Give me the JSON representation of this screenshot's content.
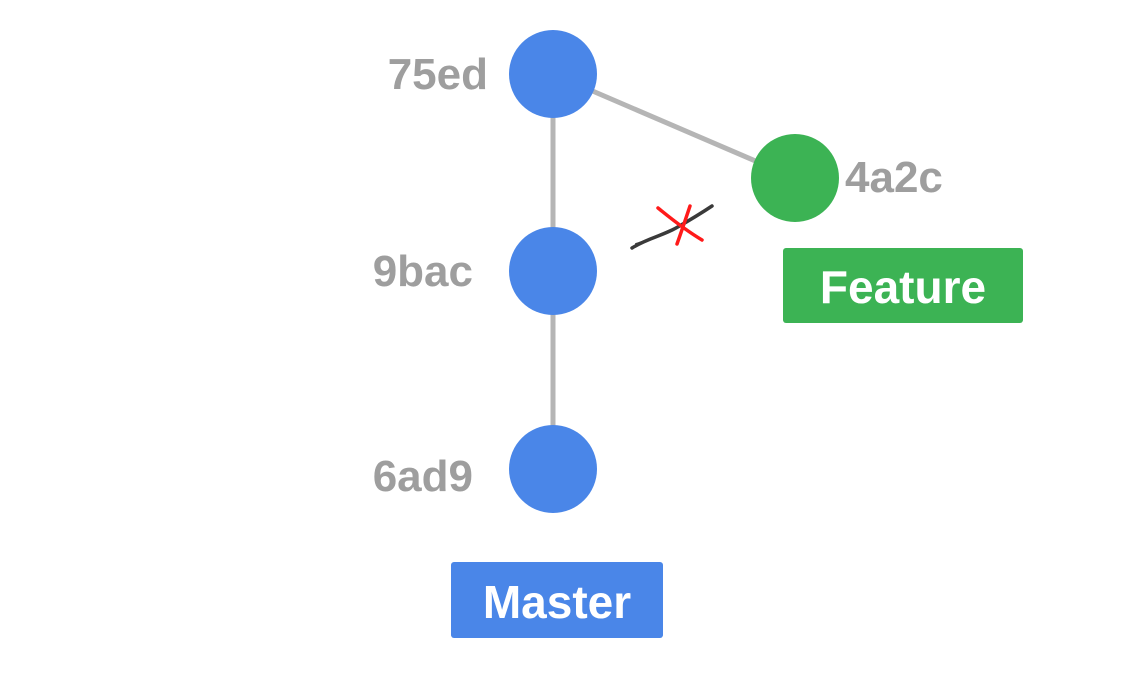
{
  "commits": [
    {
      "id": "75ed",
      "color": "#4a86e8"
    },
    {
      "id": "9bac",
      "color": "#4a86e8"
    },
    {
      "id": "6ad9",
      "color": "#4a86e8"
    },
    {
      "id": "4a2c",
      "color": "#3cb354"
    }
  ],
  "branches": {
    "master": {
      "label": "Master",
      "color": "#4a86e8"
    },
    "feature": {
      "label": "Feature",
      "color": "#3cb354"
    }
  },
  "colors": {
    "edge": "#b5b5b5",
    "label": "#9e9e9e",
    "annotation_cross": "#ff1a1a",
    "annotation_stroke": "#3a3a3a"
  }
}
